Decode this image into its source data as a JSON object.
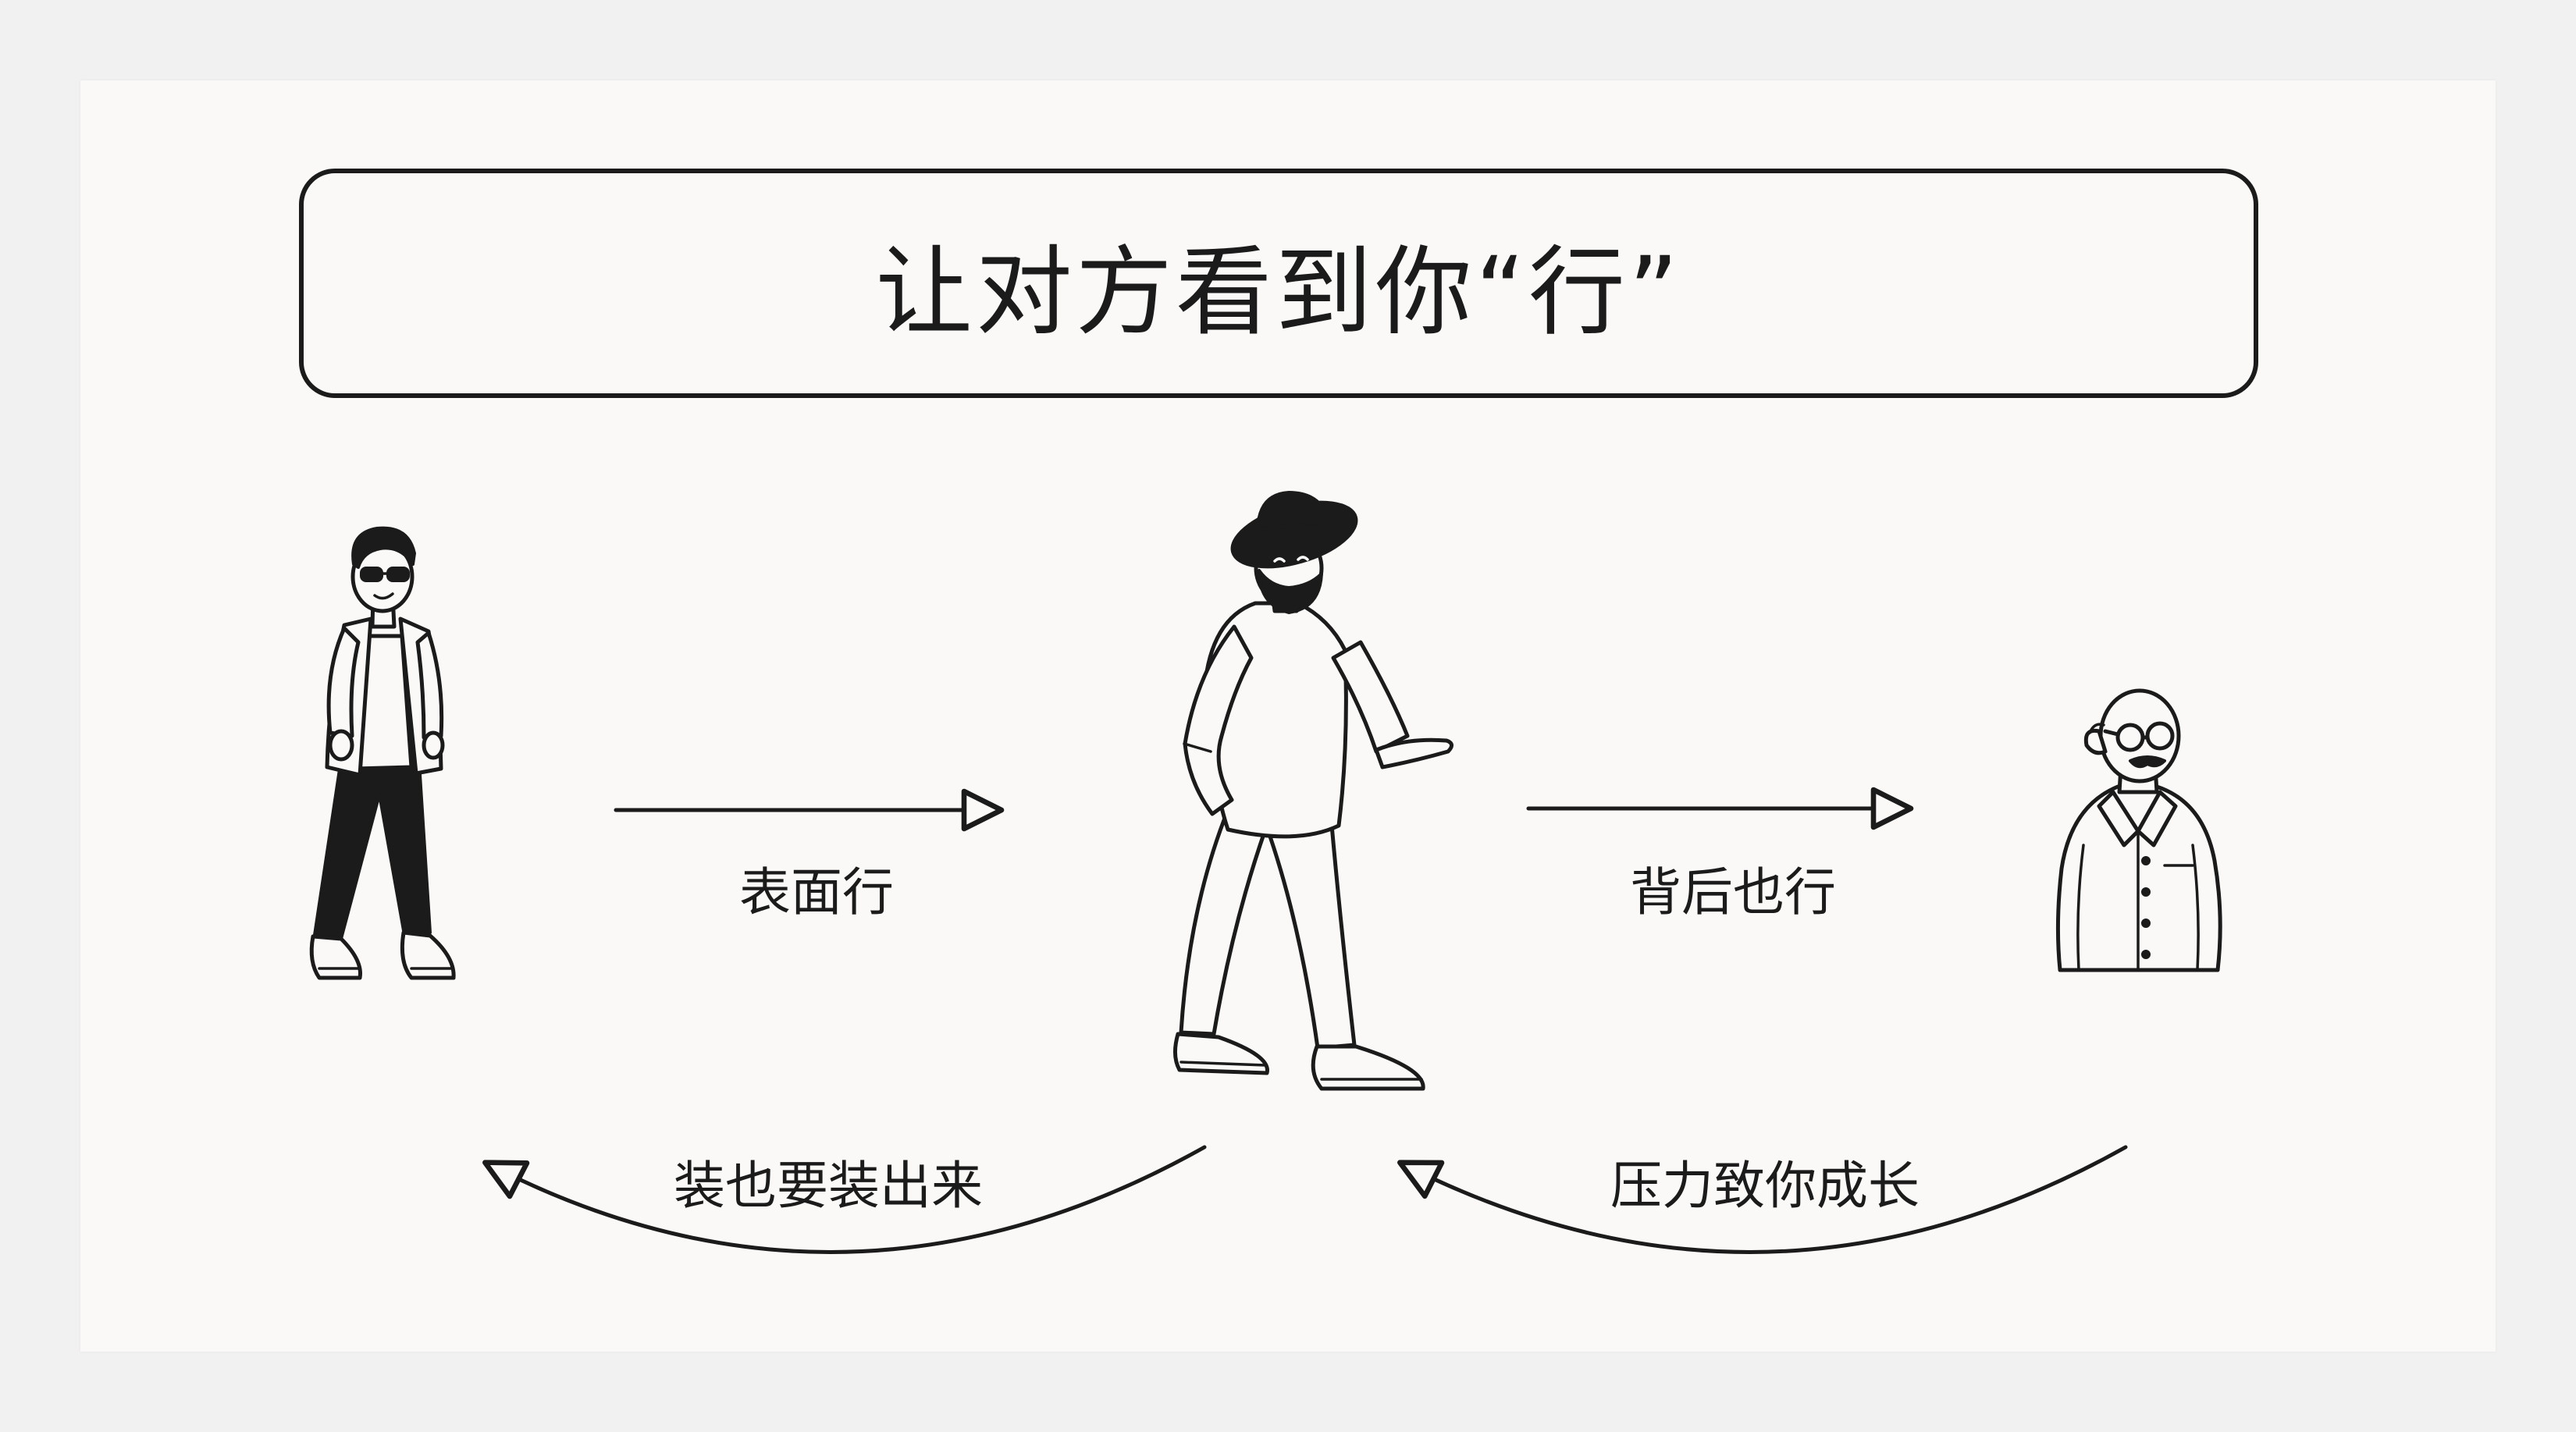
{
  "title": "让对方看到你“行”",
  "labels": {
    "surface": "表面行",
    "behind": "背后也行",
    "pretend": "装也要装出来",
    "pressure": "压力致你成长"
  },
  "icons": {
    "left": "cool-young-man-figure",
    "center": "bearded-man-with-hat-figure",
    "right": "elderly-man-with-glasses-figure"
  },
  "colors": {
    "ink": "#1b1b1b",
    "paper": "#faf9f7",
    "background": "#f1f1f1"
  }
}
